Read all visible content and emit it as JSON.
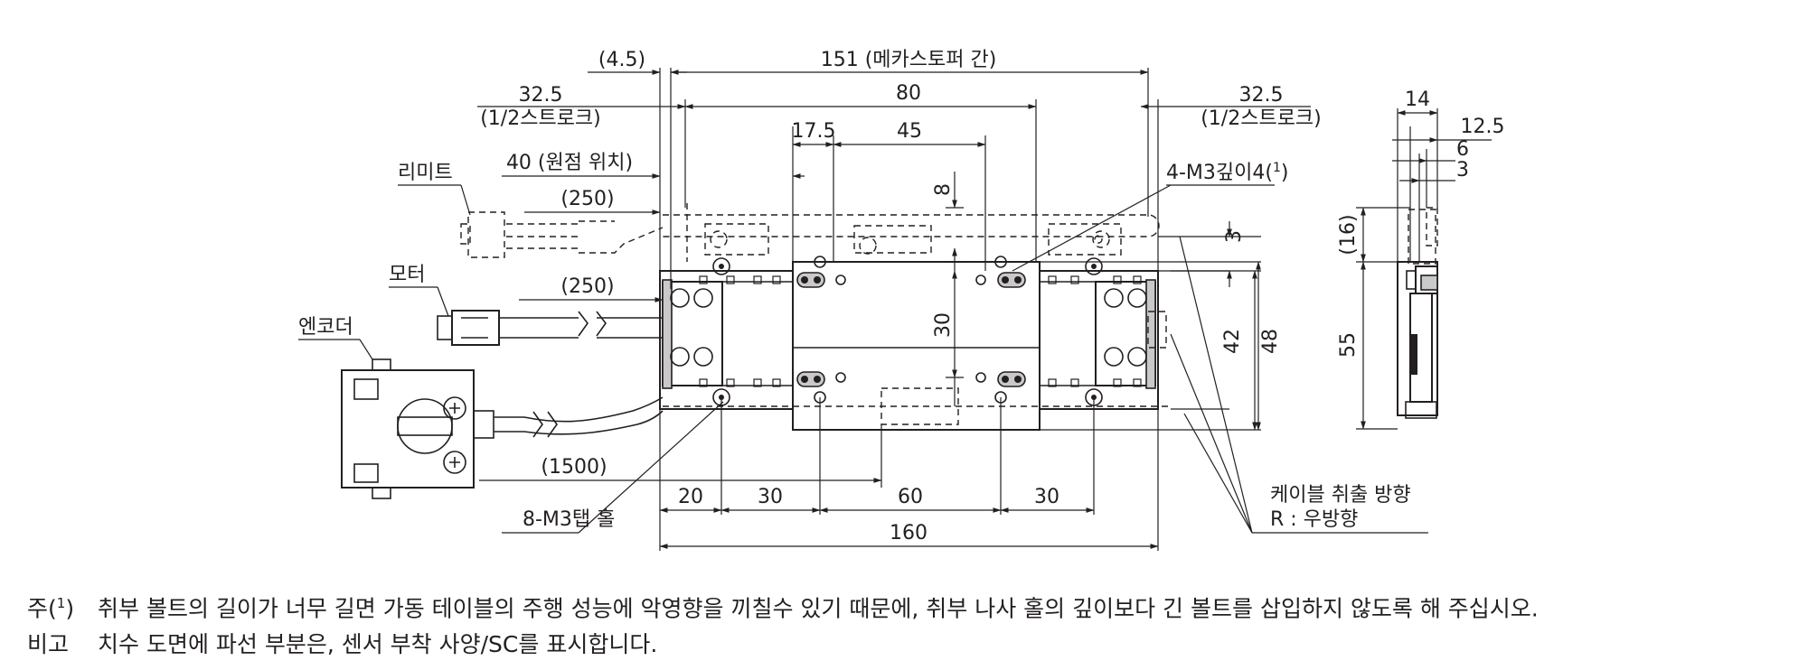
{
  "dimensions": {
    "stroke_offset": "(4.5)",
    "between_stoppers": "151 (메카스토퍼 간)",
    "table_length": "80",
    "half_stroke_value": "32.5",
    "half_stroke_note": "(1/2스트로크)",
    "pitch_17_5": "17.5",
    "pitch_45": "45",
    "origin_position": "40 (원점 위치)",
    "cable_limit": "(250)",
    "cable_motor": "(250)",
    "cable_encoder": "(1500)",
    "vert_8": "8",
    "vert_30": "30",
    "vert_3": "3",
    "vert_42": "42",
    "vert_48": "48",
    "bottom_20": "20",
    "bottom_30a": "30",
    "bottom_60": "60",
    "bottom_30b": "30",
    "bottom_160": "160",
    "side_14": "14",
    "side_12_5": "12.5",
    "side_6": "6",
    "side_3": "3",
    "side_16": "(16)",
    "side_55": "55"
  },
  "labels": {
    "limit": "리미트",
    "motor": "모터",
    "encoder": "엔코더",
    "tap_hole_4": "4-M3깊이4(",
    "tap_hole_4_ref": "1",
    "tap_hole_4_close": ")",
    "tap_hole_8": "8-M3탭 홀",
    "cable_direction": "케이블 취출 방향",
    "cable_direction_r": "R : 우방향"
  },
  "notes": {
    "note1_key": "주(",
    "note1_ref": "1",
    "note1_close": ")",
    "note1_text": "취부 볼트의 길이가 너무 길면 가동 테이블의 주행 성능에 악영향을 끼칠수 있기 때문에, 취부 나사 홀의 깊이보다 긴 볼트를 삽입하지 않도록 해 주십시오.",
    "note2_key": "비고",
    "note2_text": "치수 도면에 파선 부분은, 센서 부착 사양/SC를 표시합니다."
  }
}
